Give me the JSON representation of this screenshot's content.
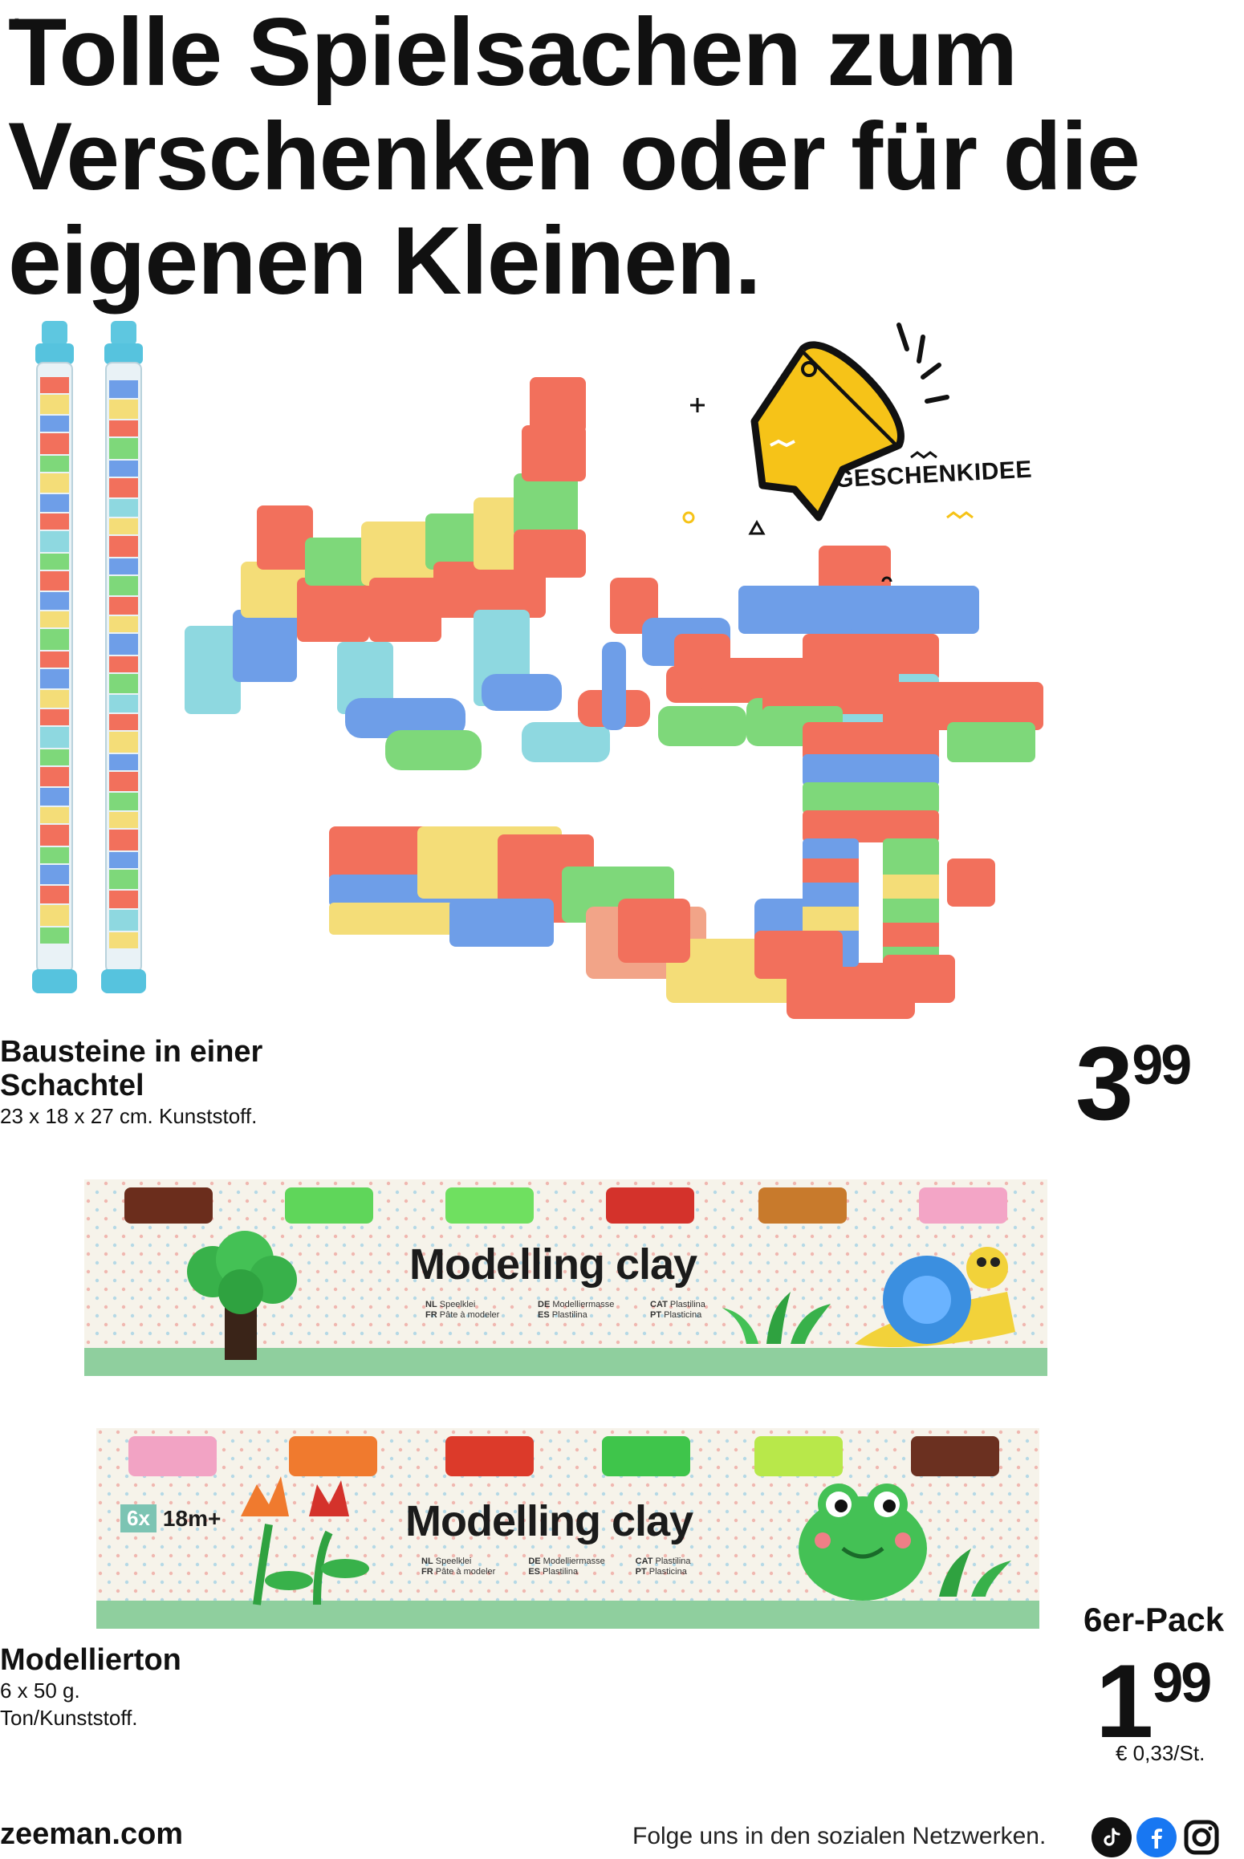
{
  "corner_mark": "=",
  "headline": {
    "line1": "Tolle Spielsachen zum",
    "line2": "Verschenken oder für die",
    "line3": "eigenen Kleinen."
  },
  "badge": {
    "label": "GESCHENKIDEE",
    "color": "#f6c318"
  },
  "product1": {
    "title_line1": "Bausteine in einer",
    "title_line2": "Schachtel",
    "desc": "23 x 18 x 27 cm. Kunststoff.",
    "price_int": "3",
    "price_dec": "99"
  },
  "clay_box1": {
    "label": "Modelling clay",
    "langs": [
      [
        "NL",
        "Speelklei"
      ],
      [
        "FR",
        "Pâte à modeler"
      ],
      [
        "DE",
        "Modelliermasse"
      ],
      [
        "ES",
        "Plastilina"
      ],
      [
        "CAT",
        "Plastilina"
      ],
      [
        "PT",
        "Plasticina"
      ]
    ],
    "lid_colors": [
      "#6b2d1c",
      "#5fd65a",
      "#6fe060",
      "#d4322b",
      "#c87a2c",
      "#f3a5c6"
    ]
  },
  "clay_box2": {
    "label": "Modelling clay",
    "count_badge": "6x",
    "age": "18m+",
    "langs": [
      [
        "NL",
        "Speelklei"
      ],
      [
        "FR",
        "Pâte à modeler"
      ],
      [
        "DE",
        "Modelliermasse"
      ],
      [
        "ES",
        "Plastilina"
      ],
      [
        "CAT",
        "Plastilina"
      ],
      [
        "PT",
        "Plasticina"
      ]
    ],
    "lid_colors": [
      "#f2a3c4",
      "#f07a2e",
      "#dc3a2a",
      "#3fc54b",
      "#b8e84a",
      "#6b3020"
    ]
  },
  "product2": {
    "title": "Modellierton",
    "desc_line1": "6 x 50 g.",
    "desc_line2": "Ton/Kunststoff.",
    "pack": "6er-Pack",
    "price_int": "1",
    "price_dec": "99",
    "unit_price": "€ 0,33/St."
  },
  "footer": {
    "site": "zeeman.com",
    "follow": "Folge uns in den sozialen Netzwerken.",
    "icons": [
      "tiktok-icon",
      "facebook-icon",
      "instagram-icon"
    ]
  },
  "colors": {
    "block_red": "#f2705c",
    "block_blue": "#6e9ee8",
    "block_yellow": "#f4dd78",
    "block_green": "#7ed87a",
    "block_cyan": "#8ed8e0",
    "clay_green_band": "#8fcf9e",
    "facebook_blue": "#1877f2"
  }
}
